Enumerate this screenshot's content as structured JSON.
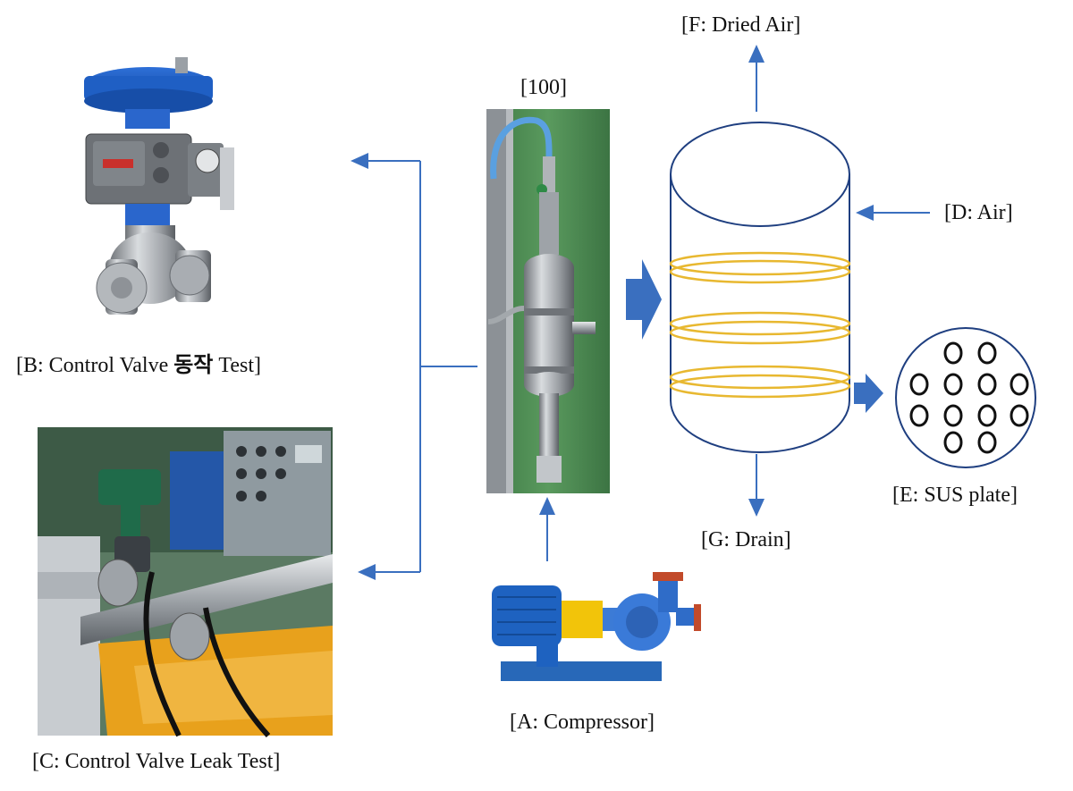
{
  "labels": {
    "dried_air": "[F: Dried Air]",
    "unit_100": "[100]",
    "air": "[D: Air]",
    "valve_test_prefix": "[B: Control Valve ",
    "valve_test_korean": "동작",
    "valve_test_suffix": " Test]",
    "leak_test": "[C: Control Valve Leak Test]",
    "sus_plate": "[E: SUS plate]",
    "drain": "[G: Drain]",
    "compressor": "[A: Compressor]"
  },
  "colors": {
    "arrow": "#3a6fbf",
    "vessel_outline": "#1f3f80",
    "coil": "#e8b830",
    "plate_holes": "#111111"
  },
  "icons": {
    "control_valve": "control-valve-photo",
    "leak_test_rig": "leak-test-photo",
    "dryer_unit": "dryer-unit-photo",
    "compressor": "compressor-photo"
  }
}
